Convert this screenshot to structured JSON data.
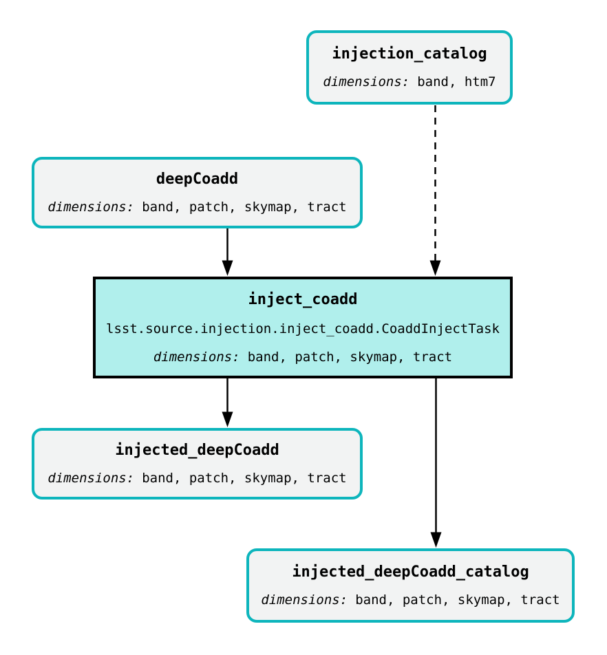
{
  "diagram": {
    "kind": "pipeline-task-graph",
    "colors": {
      "background": "#ffffff",
      "dataset_node_border": "#0db5bc",
      "dataset_node_fill": "#f2f3f3",
      "task_node_border": "#000000",
      "task_node_fill": "#b0efec",
      "edge_color": "#000000",
      "text_color": "#000000"
    },
    "nodes": [
      {
        "id": "injection_catalog",
        "kind": "dataset",
        "title": "injection_catalog",
        "dimensions_label": "dimensions:",
        "dimensions": "band, htm7"
      },
      {
        "id": "deepCoadd",
        "kind": "dataset",
        "title": "deepCoadd",
        "dimensions_label": "dimensions:",
        "dimensions": "band, patch, skymap, tract"
      },
      {
        "id": "inject_coadd",
        "kind": "task",
        "title": "inject_coadd",
        "task_class": "lsst.source.injection.inject_coadd.CoaddInjectTask",
        "dimensions_label": "dimensions:",
        "dimensions": "band, patch, skymap, tract"
      },
      {
        "id": "injected_deepCoadd",
        "kind": "dataset",
        "title": "injected_deepCoadd",
        "dimensions_label": "dimensions:",
        "dimensions": "band, patch, skymap, tract"
      },
      {
        "id": "injected_deepCoadd_catalog",
        "kind": "dataset",
        "title": "injected_deepCoadd_catalog",
        "dimensions_label": "dimensions:",
        "dimensions": "band, patch, skymap, tract"
      }
    ],
    "edges": [
      {
        "from": "deepCoadd",
        "to": "inject_coadd",
        "style": "solid"
      },
      {
        "from": "injection_catalog",
        "to": "inject_coadd",
        "style": "dashed"
      },
      {
        "from": "inject_coadd",
        "to": "injected_deepCoadd",
        "style": "solid"
      },
      {
        "from": "inject_coadd",
        "to": "injected_deepCoadd_catalog",
        "style": "solid"
      }
    ]
  }
}
